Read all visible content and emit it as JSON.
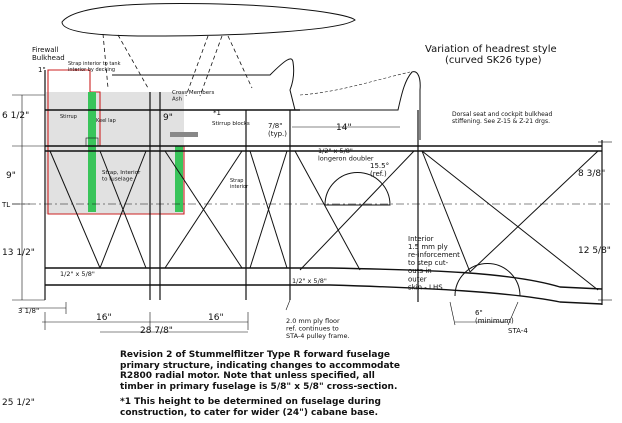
{
  "labels": {
    "firewall": "Firewall\nBulkhead",
    "firewall_dim": "1\"",
    "strap_top": "Strap interior to tank\ninterior by decking",
    "cross_members": "Cross Members\nAsh",
    "star1": "*1",
    "stirrup_blocks": "Stirrup blocks",
    "headrest_title": "Variation of headrest style",
    "headrest_sub": "(curved SK26 type)",
    "dorsal_note": "Dorsal seat and cockpit bulkhead\nstiffening. See Z-15 & Z-21 drgs.",
    "stirrup": "Stirrup",
    "keel": "Keel lap",
    "strap_fuselage": "Strap, Interior\nto fuselage",
    "strap_interior": "Strap\ninterior",
    "longeron": "1/2\" x 5/8\"\nlongeron doubler",
    "angle": "15.5°\n(ref.)",
    "interior": "Interior\n1.5 mm ply\nre-inforcement\nto step cut-\nouts in\nouter\nskin - LHS",
    "half58_left": "1/2\" x 5/8\"",
    "half58_right": "1/2\" x 5/8\"",
    "ply_floor": "2.0 mm ply floor\nref. continues to\nSTA-4 pulley frame.",
    "minimum": "6\"\n(minimum)",
    "sta4": "STA-4",
    "tl": "TL"
  },
  "dimensions": {
    "d6_5": "6 1/2\"",
    "d9_left": "9\"",
    "d13_5": "13 1/2\"",
    "d25_5": "25 1/2\"",
    "d9_mid": "9\"",
    "d7_8": "7/8\"\n(typ.)",
    "d14": "14\"",
    "d8_3_8": "8 3/8\"",
    "d12_5_8": "12 5/8\"",
    "d3_1_8": "3 1/8\"",
    "d16_a": "16\"",
    "d16_b": "16\"",
    "d28_7_8": "28 7/8\""
  },
  "caption": {
    "line1": "Revision 2 of Stummelflitzer Type R forward fuselage",
    "line2": "primary structure, indicating changes to accommodate",
    "line3": "R2800 radial motor.  Note that unless specified, all",
    "line4": "timber in primary fuselage is 5/8\" x 5/8\" cross-section."
  },
  "note": "*1 This height to be determined on fuselage during\nconstruction, to cater for wider (24\") cabane base.",
  "colors": {
    "red_outline": "#cc2222",
    "green_bar": "#39c45a",
    "grey_fill": "#c9c9c9",
    "ink": "#111111"
  }
}
